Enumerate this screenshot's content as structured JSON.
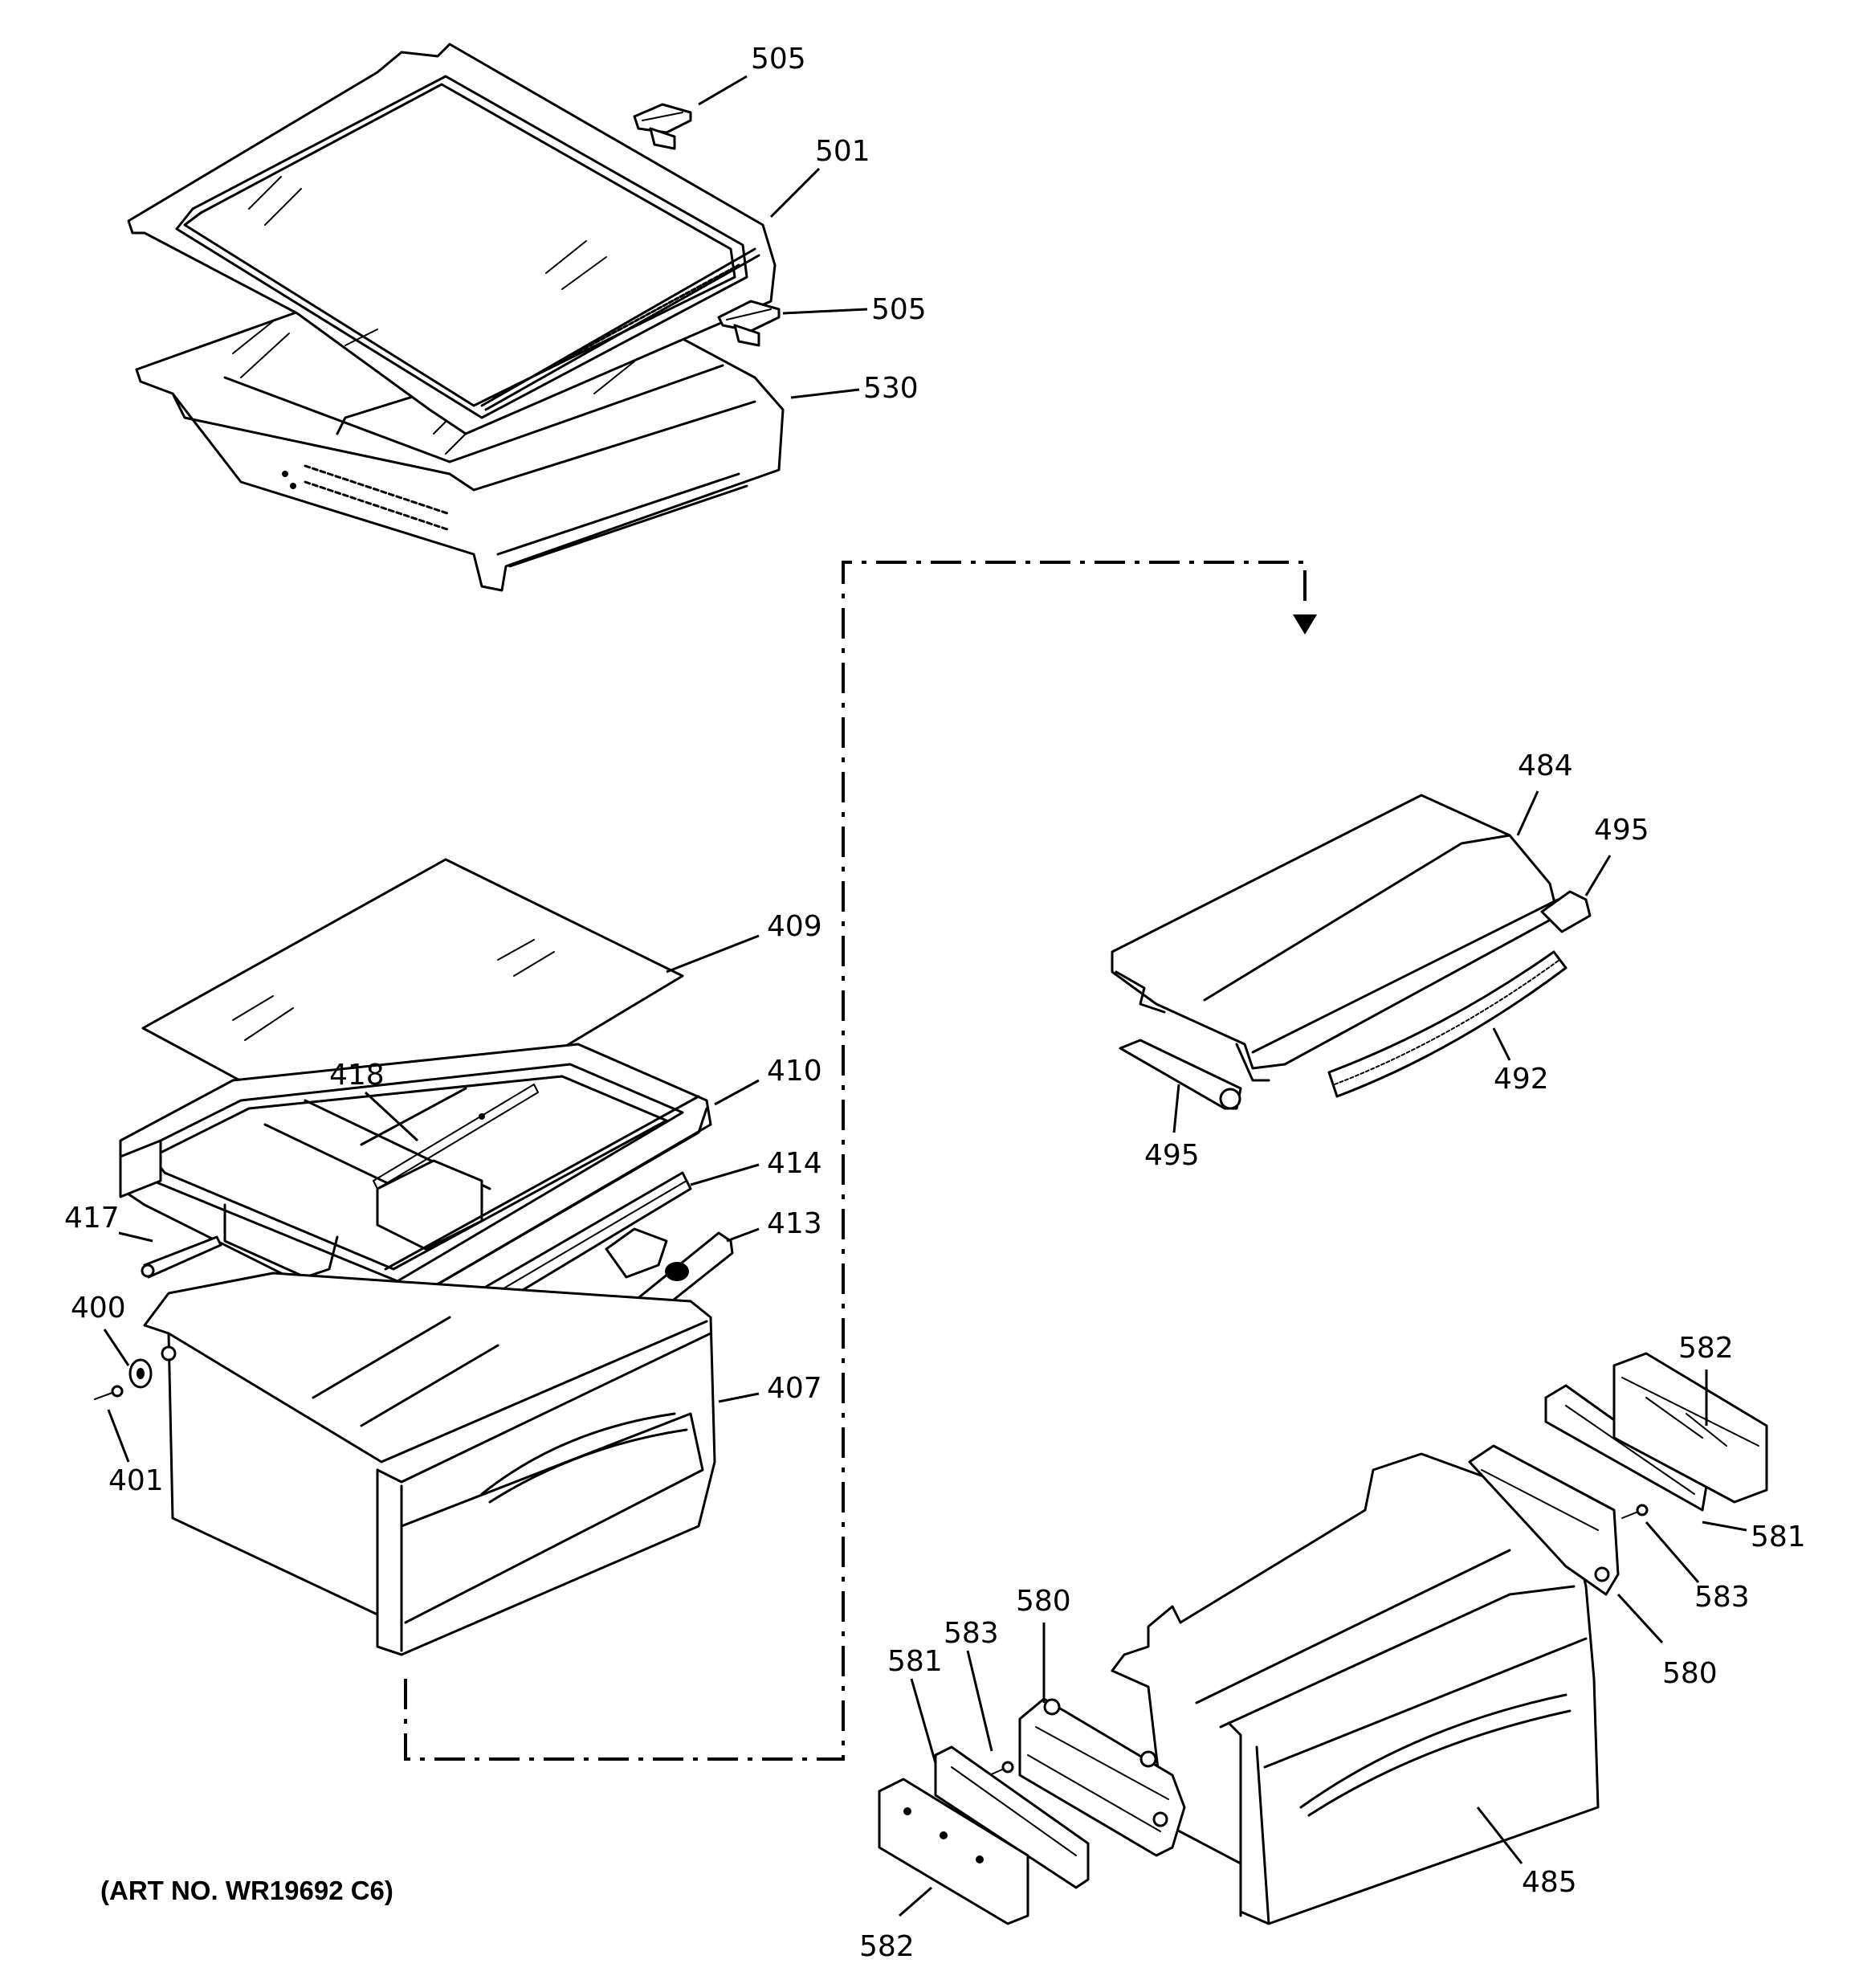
{
  "diagram": {
    "art_number": "(ART NO. WR19692 C6)",
    "labels": {
      "p505a": "505",
      "p501": "501",
      "p505b": "505",
      "p530": "530",
      "p484": "484",
      "p495a": "495",
      "p409": "409",
      "p492": "492",
      "p418": "418",
      "p410": "410",
      "p495b": "495",
      "p414": "414",
      "p417": "417",
      "p413": "413",
      "p400": "400",
      "p407": "407",
      "p582a": "582",
      "p401": "401",
      "p581a": "581",
      "p583a": "583",
      "p580a": "580",
      "p583b": "583",
      "p581b": "581",
      "p580b": "580",
      "p485": "485",
      "p582b": "582"
    }
  }
}
